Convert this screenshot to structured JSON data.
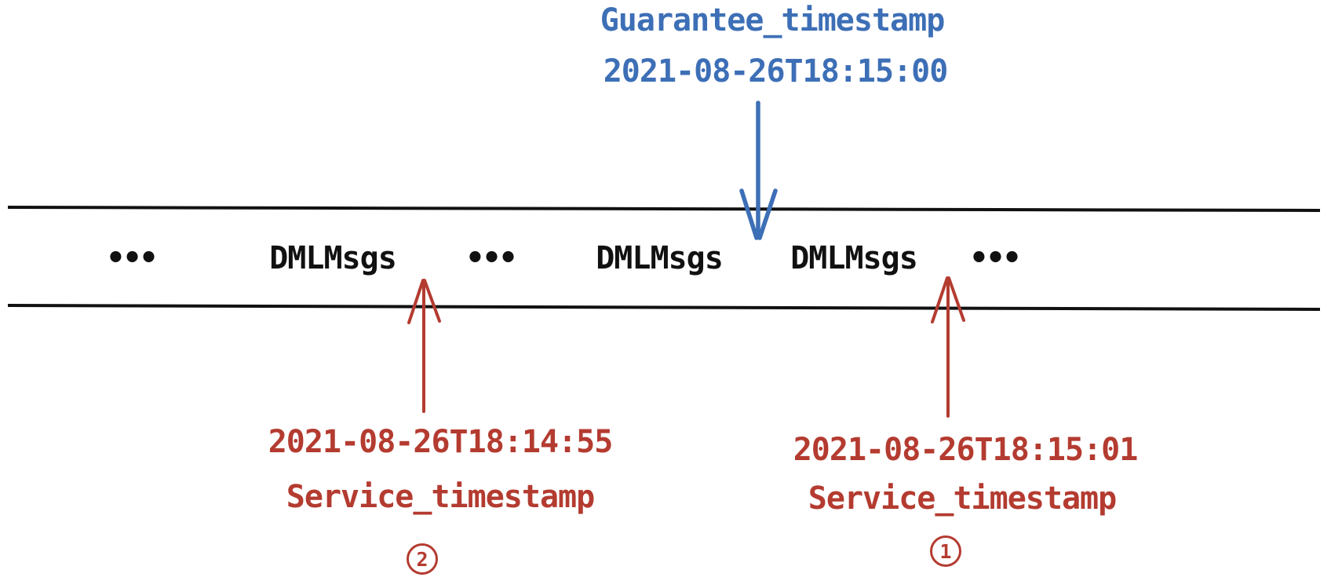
{
  "guarantee_annotation": {
    "label": "Guarantee_timestamp",
    "value": "2021-08-26T18:15:00"
  },
  "stream_band": {
    "items": [
      {
        "kind": "ellipsis",
        "text": "•••"
      },
      {
        "kind": "message",
        "text": "DMLMsgs"
      },
      {
        "kind": "ellipsis",
        "text": "•••"
      },
      {
        "kind": "message",
        "text": "DMLMsgs"
      },
      {
        "kind": "message",
        "text": "DMLMsgs"
      },
      {
        "kind": "ellipsis",
        "text": "•••"
      }
    ]
  },
  "service_annotations": {
    "left": {
      "value": "2021-08-26T18:14:55",
      "label": "Service_timestamp",
      "callout_number": "2"
    },
    "right": {
      "value": "2021-08-26T18:15:01",
      "label": "Service_timestamp",
      "callout_number": "1"
    }
  },
  "colors": {
    "guarantee_blue": "#3D6FB6",
    "service_red": "#B43B30",
    "line_black": "#111111"
  }
}
